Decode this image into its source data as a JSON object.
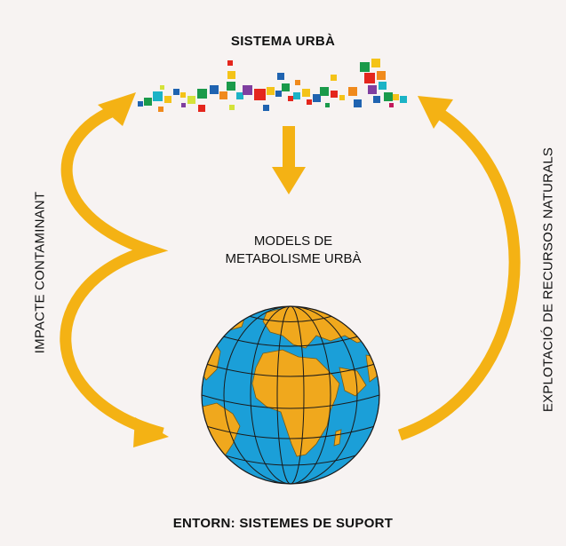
{
  "title_top": "SISTEMA URBÀ",
  "title_bottom": "ENTORN: SISTEMES DE SUPORT",
  "center_line1": "MODELS DE",
  "center_line2": "METABOLISME URBÀ",
  "left_label": "IMPACTE CONTAMINANT",
  "right_label": "EXPLOTACIÓ DE RECURSOS NATURALS",
  "colors": {
    "arrow": "#f4b214",
    "ocean": "#1b9fd8",
    "land": "#f0a81d",
    "grid": "#1a1a1a",
    "background": "#f7f3f2"
  },
  "icons": [
    "city-pixel-skyline",
    "globe-icon"
  ]
}
